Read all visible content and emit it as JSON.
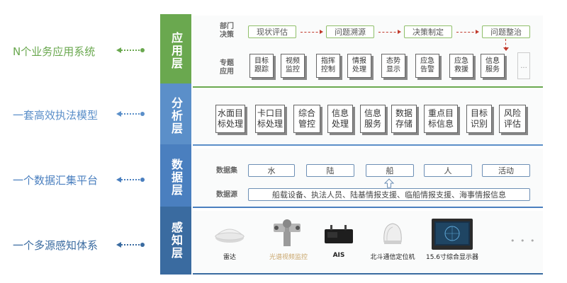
{
  "captions": [
    {
      "text": "N个业务应用系统",
      "color": "#6aa84f"
    },
    {
      "text": "一套高效执法模型",
      "color": "#5b8fc9"
    },
    {
      "text": "一个数据汇集平台",
      "color": "#4a7fbf"
    },
    {
      "text": "一个多源感知体系",
      "color": "#3a6ba0"
    }
  ],
  "layers": [
    {
      "label": "应用层",
      "color": "#6aa84f"
    },
    {
      "label": "分析层",
      "color": "#5b8fc9"
    },
    {
      "label": "数据层",
      "color": "#4a7fbf"
    },
    {
      "label": "感知层",
      "color": "#3a6ba0"
    }
  ],
  "app": {
    "dept_label": "部门\n决策",
    "topic_label": "专题\n应用",
    "flow": [
      "现状评估",
      "问题溯源",
      "决策制定",
      "问题整治"
    ],
    "apps": [
      "目标\n跟踪",
      "视频\n监控",
      "指挥\n控制",
      "情报\n处理",
      "态势\n显示",
      "应急\n告警",
      "应急\n救援",
      "信息\n服务"
    ],
    "more": "..."
  },
  "analysis": {
    "models": [
      "水面目\n标处理",
      "卡口目\n标处理",
      "综合\n管控",
      "信息\n处理",
      "信息\n服务",
      "数据\n存储",
      "重点目\n标信息",
      "目标\n识别",
      "风险\n评估"
    ]
  },
  "data": {
    "set_label": "数据集",
    "source_label": "数据源",
    "sets": [
      "水",
      "陆",
      "船",
      "人",
      "活动"
    ],
    "sources": "船载设备、执法人员、陆基情报支援、临船情报支援、海事情报信息"
  },
  "sense": {
    "devices": [
      "雷达",
      "光谱视频监控",
      "AIS",
      "北斗通信定位机",
      "15.6寸综合显示器"
    ],
    "more": "• • •"
  }
}
